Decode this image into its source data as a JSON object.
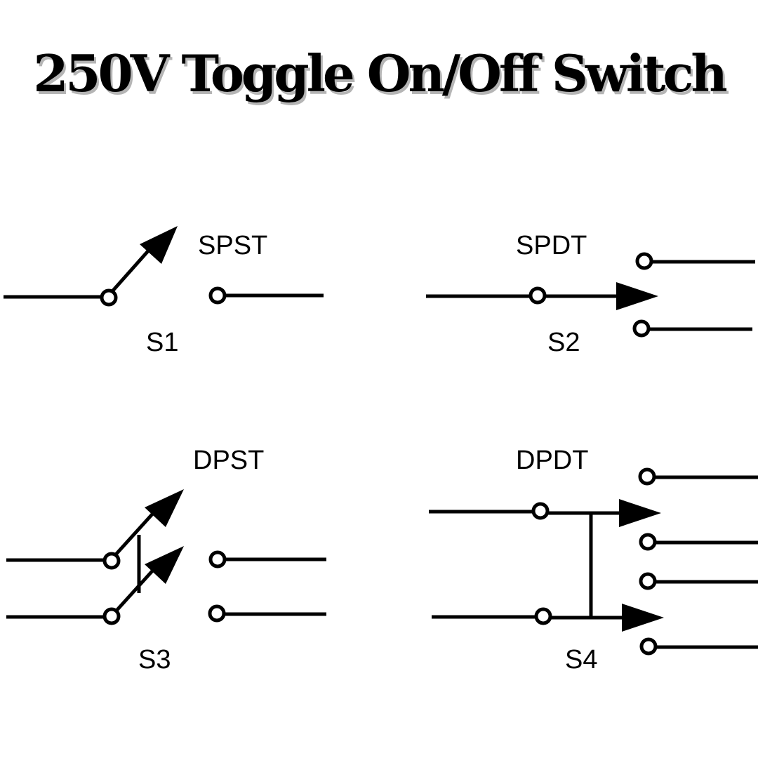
{
  "title": "250V Toggle On/Off Switch",
  "colors": {
    "ink": "#000000",
    "background": "#ffffff",
    "title_shadow": "#b5b5b5"
  },
  "switches": [
    {
      "type": "SPST",
      "ref": "S1"
    },
    {
      "type": "SPDT",
      "ref": "S2"
    },
    {
      "type": "DPST",
      "ref": "S3"
    },
    {
      "type": "DPDT",
      "ref": "S4"
    }
  ]
}
